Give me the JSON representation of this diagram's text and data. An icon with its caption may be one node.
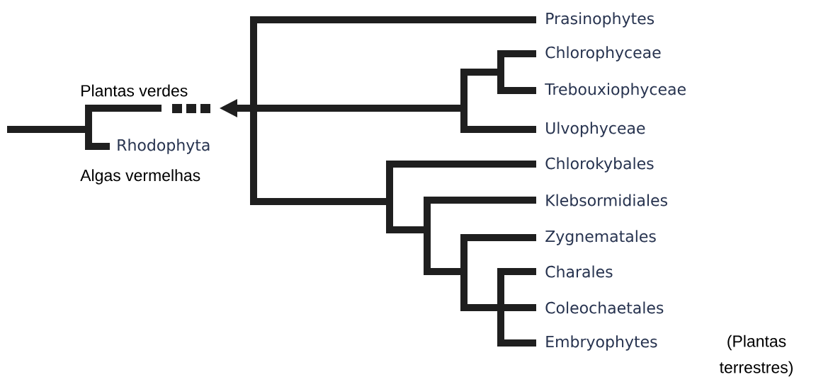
{
  "diagram": {
    "labels": [
      "Prasinophytes",
      "Chlorophyceae",
      "Plantas verdes",
      "Trebouxiophyceae",
      "Ulvophyceae",
      "Rhodophyta",
      "Chlorokybales",
      "Algas vermelhas",
      "Klebsormidiales",
      "Zygnematales",
      "Charales",
      "Coleochaetales",
      "Embryophytes",
      "(Plantas terrestres)"
    ]
  }
}
